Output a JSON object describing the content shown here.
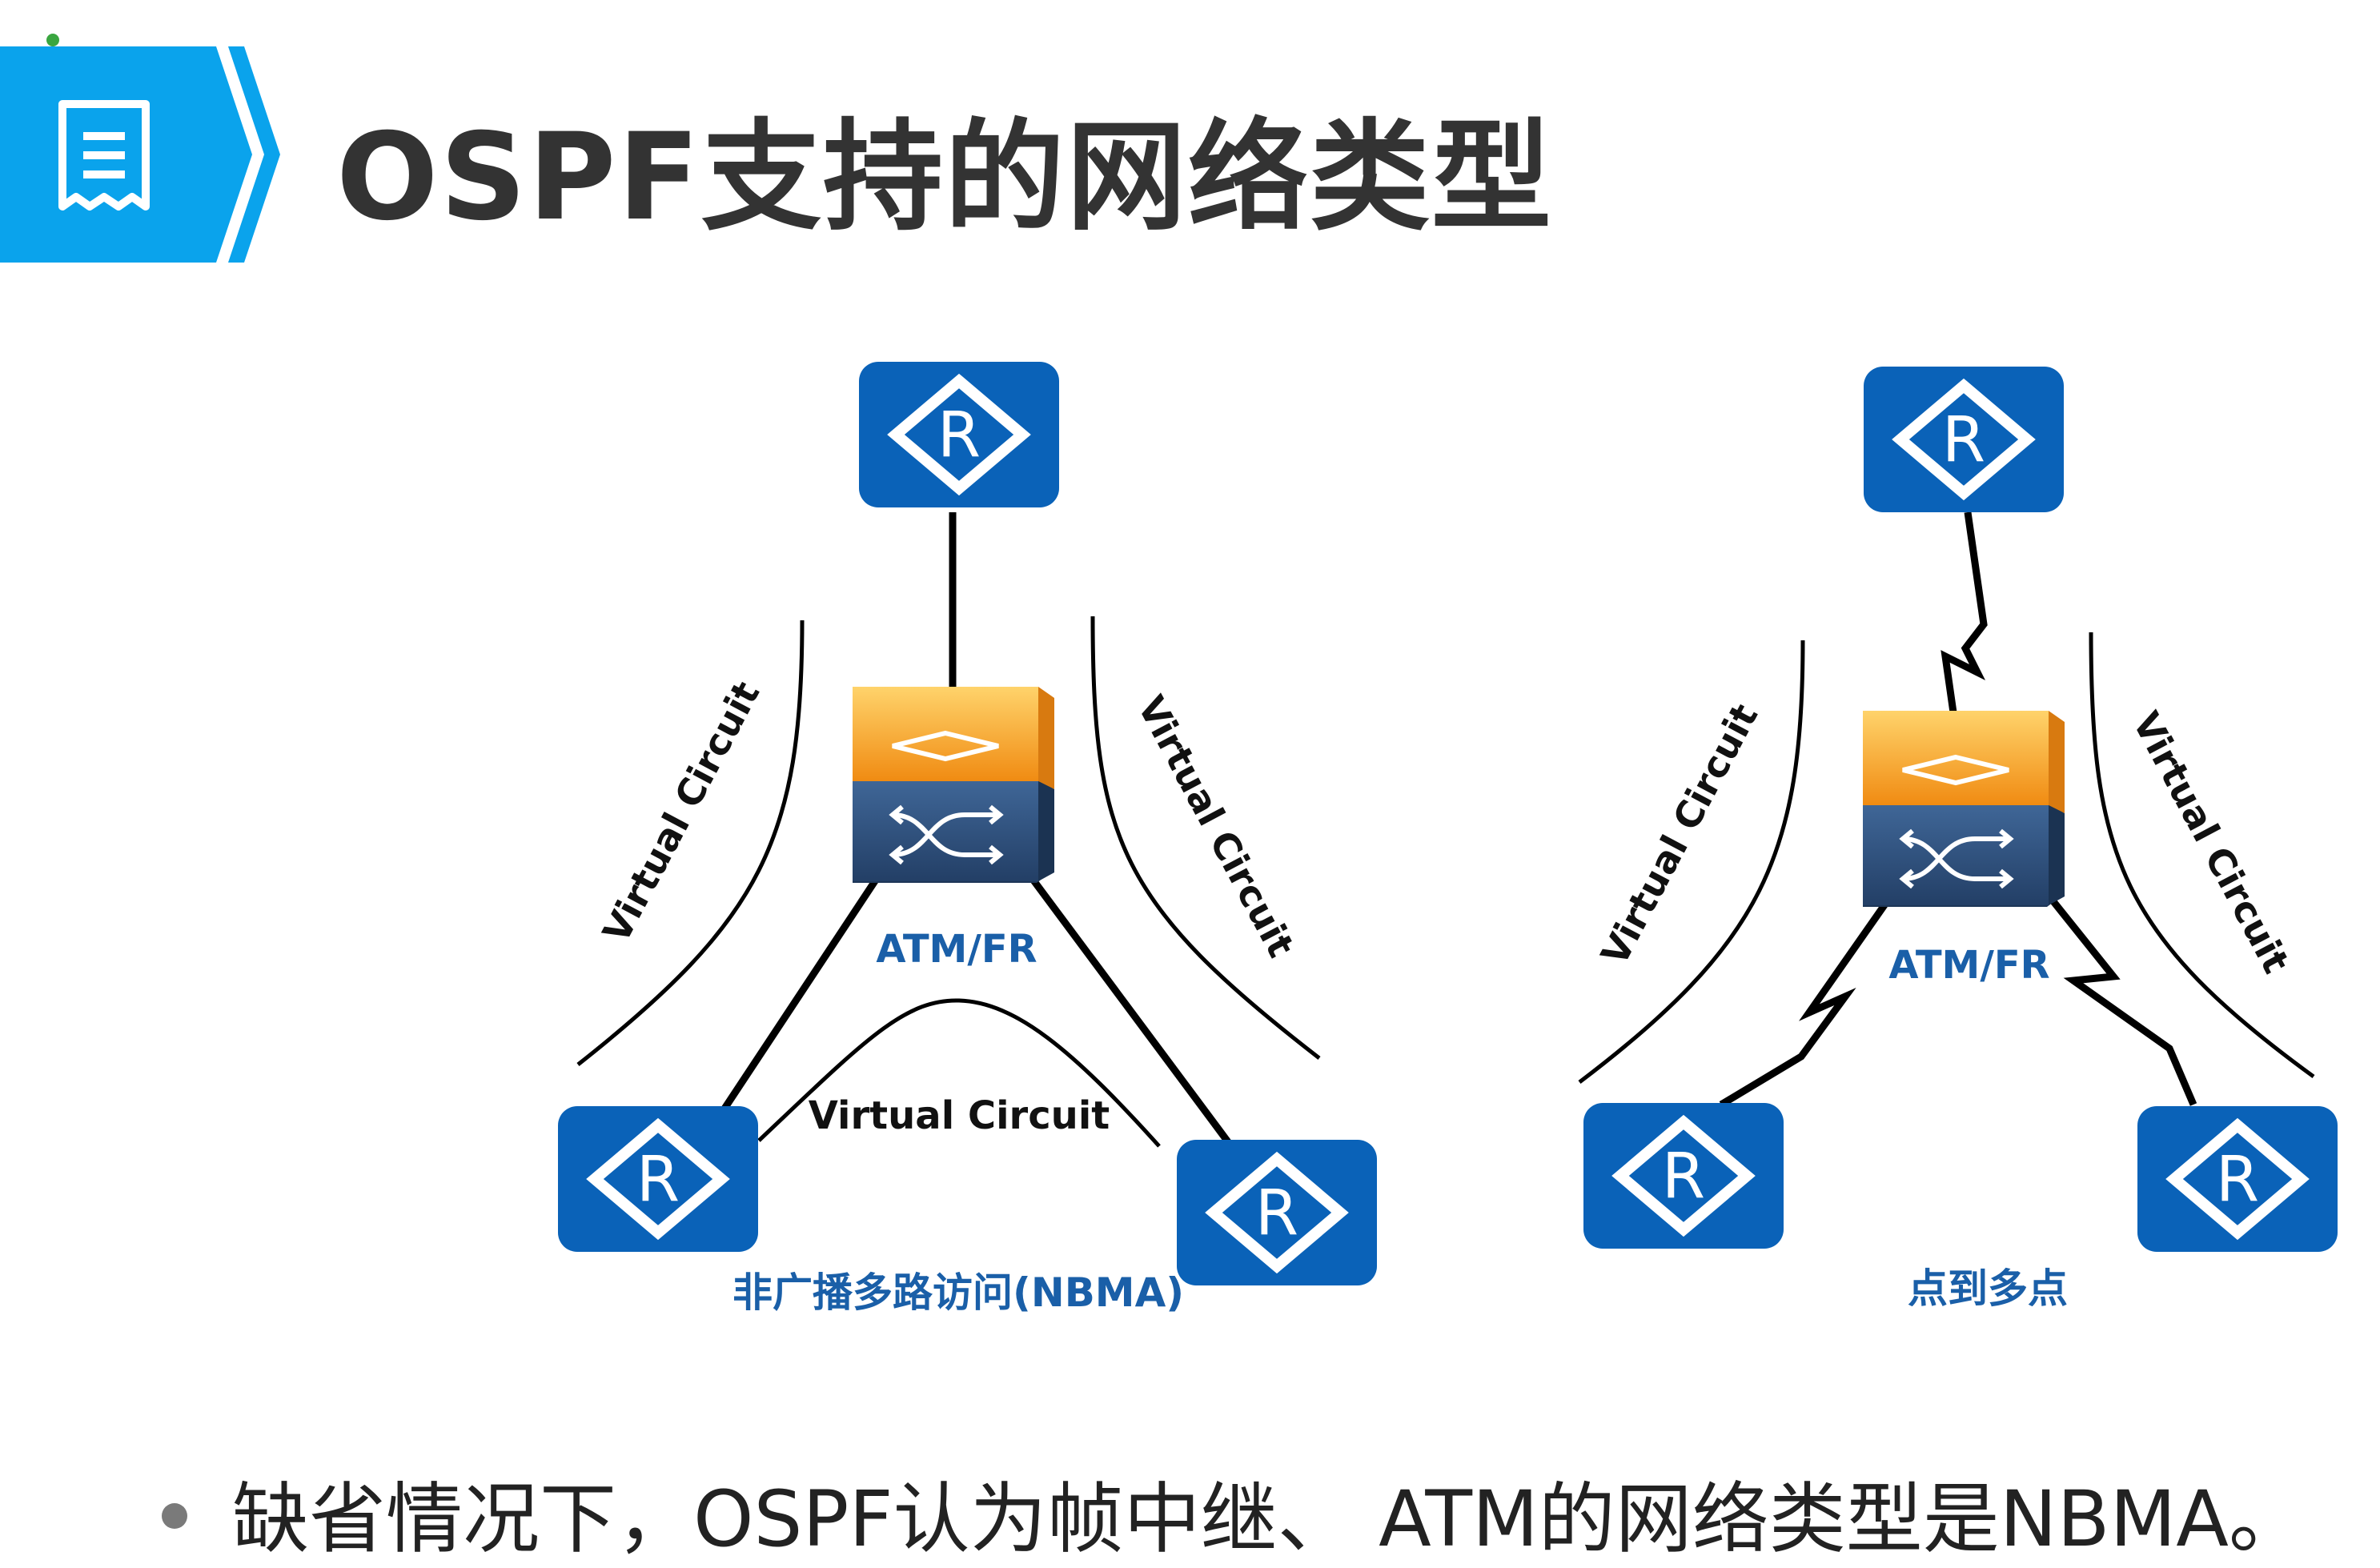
{
  "slide": {
    "title": "OSPF支持的网络类型",
    "accent_color": "#0aa3ec",
    "title_icon": "document-list-icon"
  },
  "diagram_nbma": {
    "switch_label": "ATM/FR",
    "left_vc_label": "Virtual Circuit",
    "right_vc_label": "Virtual Circuit",
    "bottom_vc_label": "Virtual Circuit",
    "caption": "非广播多路访问(NBMA)",
    "router_label": "R"
  },
  "diagram_p2mp": {
    "switch_label": "ATM/FR",
    "left_vc_label": "Virtual Circuit",
    "right_vc_label": "Virtual Circuit",
    "caption": "点到多点",
    "router_label": "R"
  },
  "bullet": {
    "text": "缺省情况下，OSPF认为帧中继、 ATM的网络类型是NBMA。"
  },
  "colors": {
    "router_blue": "#0a62b8",
    "switch_orange": "#f5a623",
    "switch_navy": "#2c4f7e",
    "caption_blue": "#1a5fa8"
  }
}
